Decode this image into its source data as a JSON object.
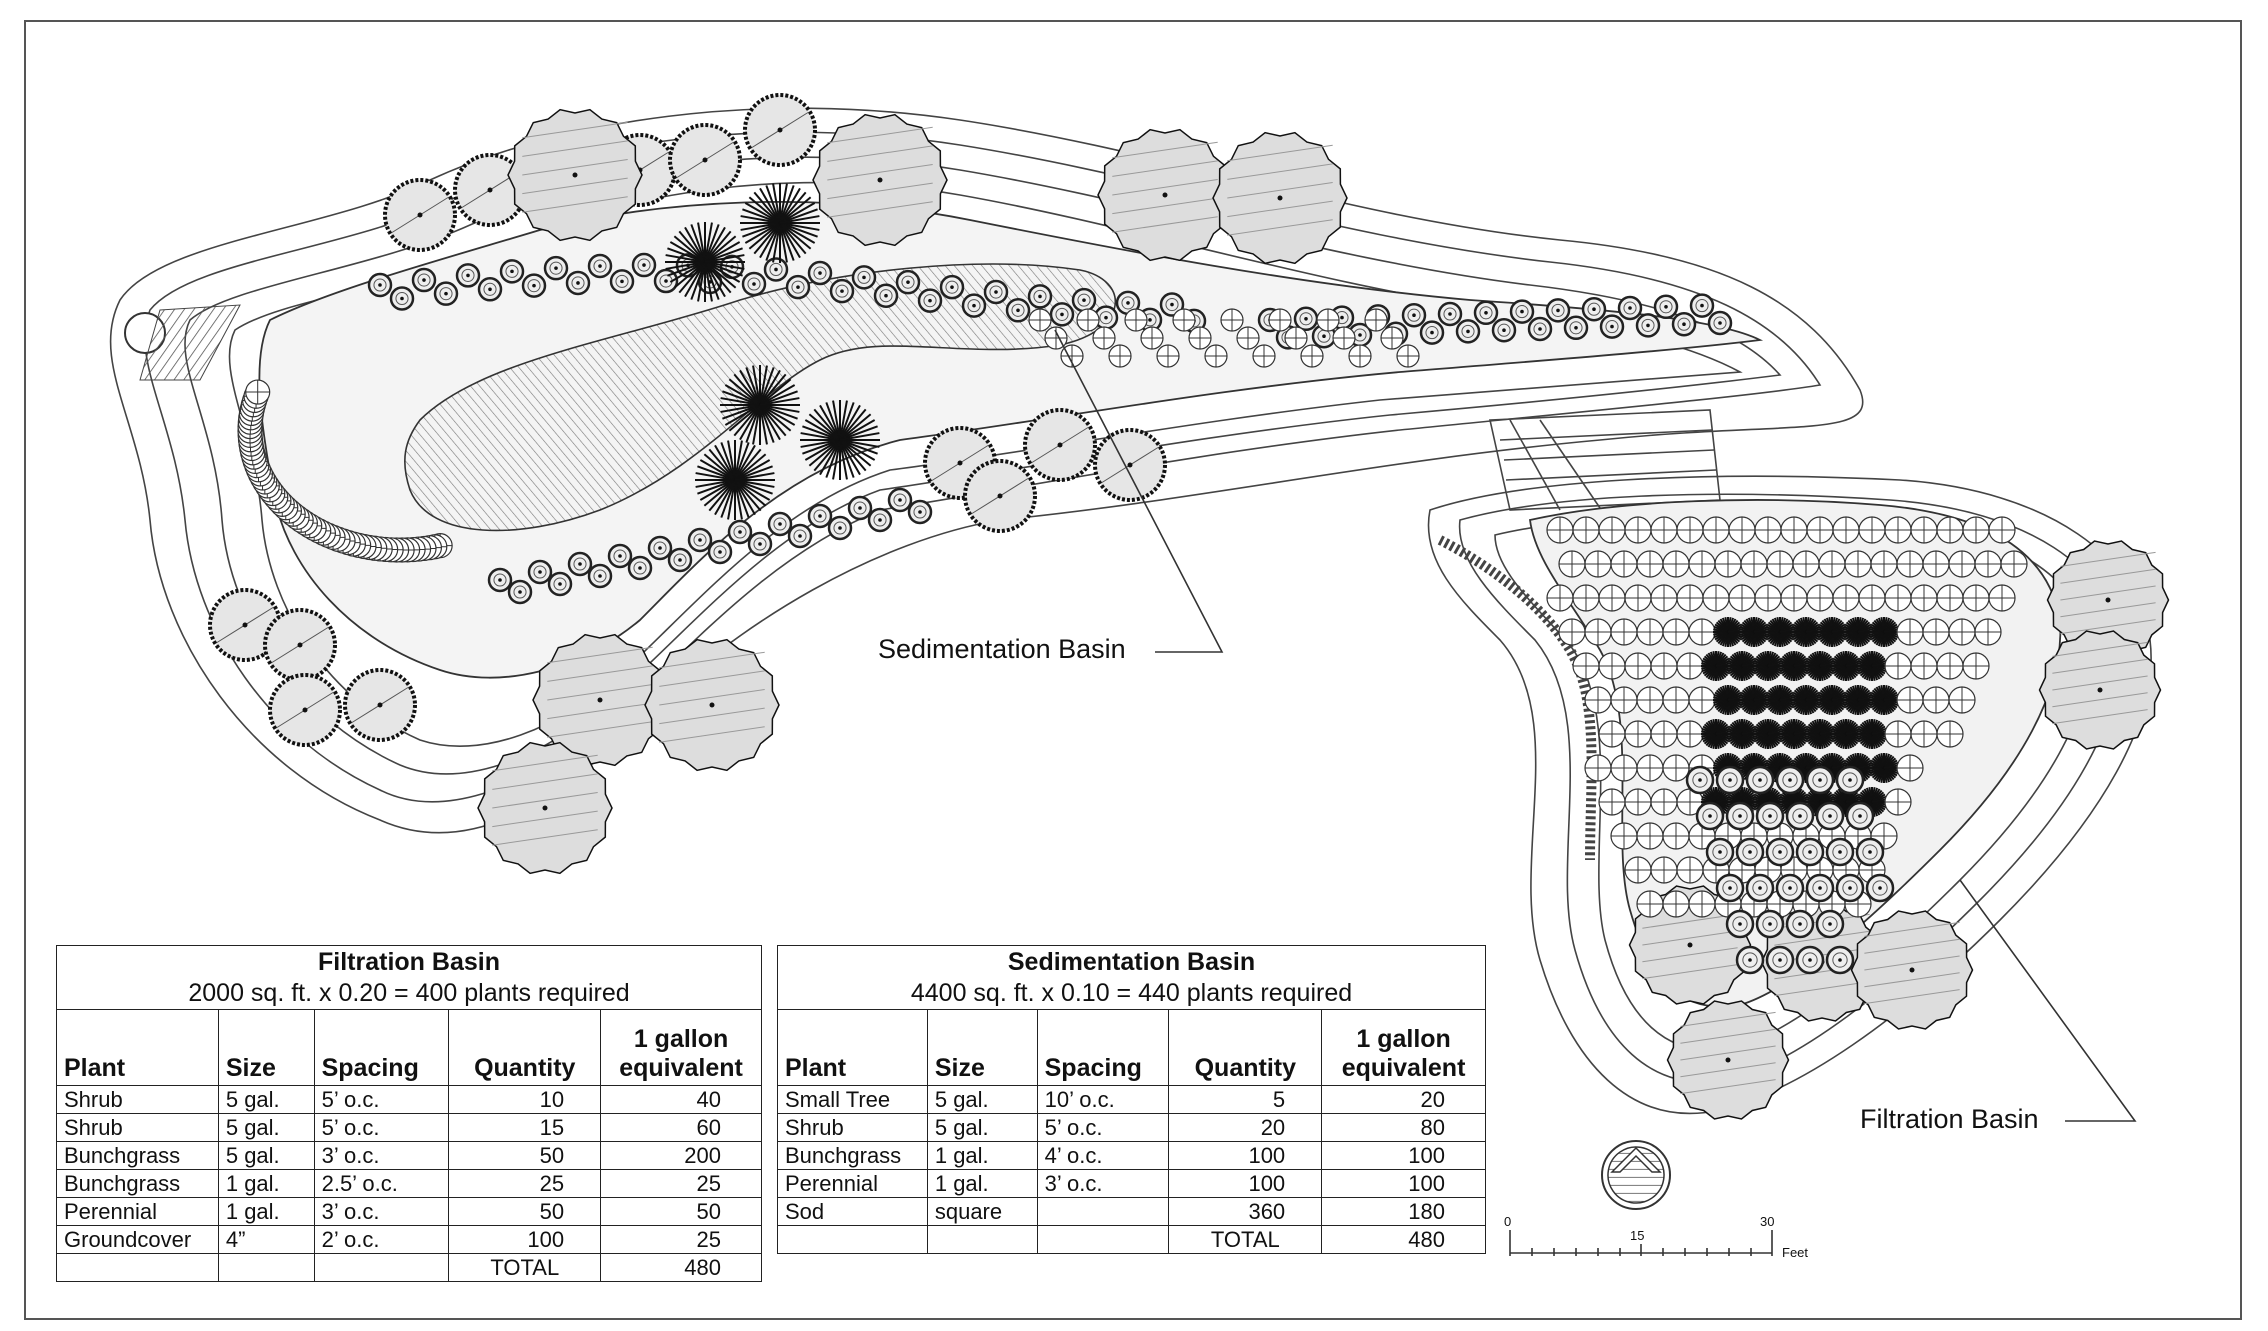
{
  "callouts": {
    "sedimentation": "Sedimentation Basin",
    "filtration": "Filtration Basin"
  },
  "filtration_table": {
    "title": "Filtration Basin",
    "subtitle": "2000 sq. ft. x 0.20 = 400 plants required",
    "headers": [
      "Plant",
      "Size",
      "Spacing",
      "Quantity",
      "1 gallon equivalent"
    ],
    "header_eq_line1": "1 gallon",
    "header_eq_line2": "equivalent",
    "rows": [
      {
        "plant": "Shrub",
        "size": "5 gal.",
        "spacing": "5’ o.c.",
        "quantity": "10",
        "equivalent": "40"
      },
      {
        "plant": "Shrub",
        "size": "5 gal.",
        "spacing": "5’ o.c.",
        "quantity": "15",
        "equivalent": "60"
      },
      {
        "plant": "Bunchgrass",
        "size": "5 gal.",
        "spacing": "3’ o.c.",
        "quantity": "50",
        "equivalent": "200"
      },
      {
        "plant": "Bunchgrass",
        "size": "1 gal.",
        "spacing": "2.5’ o.c.",
        "quantity": "25",
        "equivalent": "25"
      },
      {
        "plant": "Perennial",
        "size": "1 gal.",
        "spacing": "3’ o.c.",
        "quantity": "50",
        "equivalent": "50"
      },
      {
        "plant": "Groundcover",
        "size": "4”",
        "spacing": "2’ o.c.",
        "quantity": "100",
        "equivalent": "25"
      }
    ],
    "total_label": "TOTAL",
    "total_value": "480"
  },
  "sedimentation_table": {
    "title": "Sedimentation Basin",
    "subtitle": "4400 sq. ft. x 0.10 = 440 plants required",
    "headers": [
      "Plant",
      "Size",
      "Spacing",
      "Quantity",
      "1 gallon equivalent"
    ],
    "header_eq_line1": "1 gallon",
    "header_eq_line2": "equivalent",
    "rows": [
      {
        "plant": "Small Tree",
        "size": "5 gal.",
        "spacing": "10’ o.c.",
        "quantity": "5",
        "equivalent": "20"
      },
      {
        "plant": "Shrub",
        "size": "5 gal.",
        "spacing": "5’ o.c.",
        "quantity": "20",
        "equivalent": "80"
      },
      {
        "plant": "Bunchgrass",
        "size": "1 gal.",
        "spacing": "4’ o.c.",
        "quantity": "100",
        "equivalent": "100"
      },
      {
        "plant": "Perennial",
        "size": "1 gal.",
        "spacing": "3’ o.c.",
        "quantity": "100",
        "equivalent": "100"
      },
      {
        "plant": "Sod",
        "size": "square",
        "spacing": "",
        "quantity": "360",
        "equivalent": "180"
      }
    ],
    "total_label": "TOTAL",
    "total_value": "480"
  },
  "scale_bar": {
    "ticks": [
      "0",
      "15",
      "30"
    ],
    "unit": "Feet"
  },
  "colors": {
    "outline": "#333333",
    "fill_light": "#dddddd",
    "fill_hatch": "#9a9a9a",
    "ink": "#111111"
  }
}
